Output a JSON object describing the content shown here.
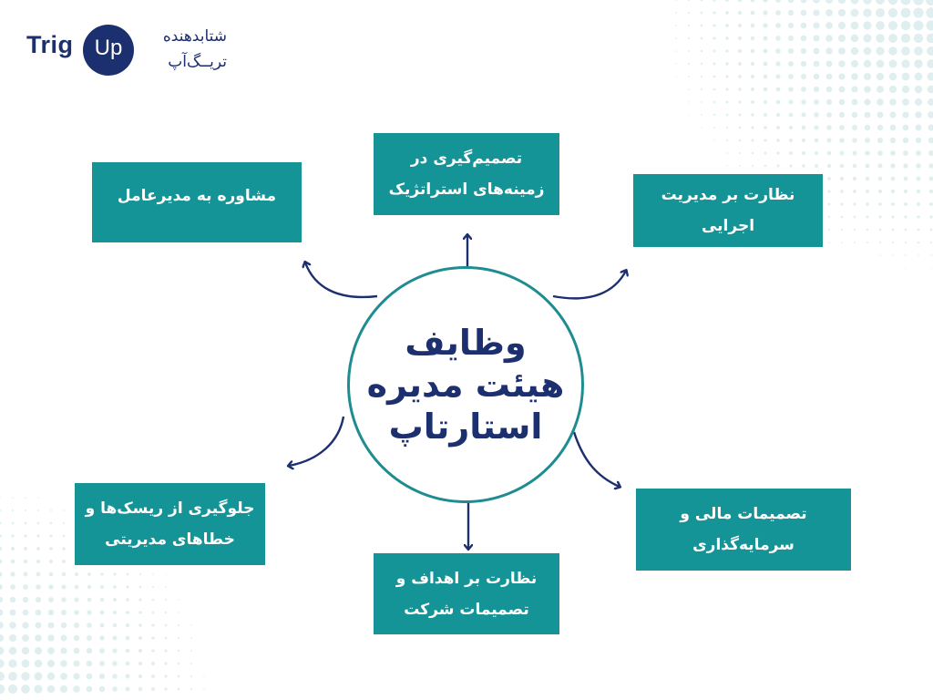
{
  "logo": {
    "trig": "Trig",
    "up": "Up",
    "tagline_line1": "شتابدهنده",
    "tagline_line2": "تریــگ‌آپ"
  },
  "center": {
    "line1": "وظایف",
    "line2": "هیئت مدیره",
    "line3": "استارتاپ"
  },
  "boxes": {
    "strategy": {
      "line1": "تصمیم‌گیری در",
      "line2": "زمینه‌های استراتژیک"
    },
    "advise": {
      "line1": "مشاوره به مدیرعامل"
    },
    "exec_oversight": {
      "line1": "نظارت بر مدیریت",
      "line2": "اجرایی"
    },
    "risk": {
      "line1": "جلوگیری از ریسک‌ها و",
      "line2": "خطاهای مدیریتی"
    },
    "finance": {
      "line1": "تصمیمات مالی و",
      "line2": "سرمایه‌گذاری"
    },
    "goals": {
      "line1": "نظارت بر اهداف و",
      "line2": "تصمیمات شرکت"
    }
  },
  "colors": {
    "box_teal": "#149497",
    "navy": "#1c2f6e",
    "circle_border": "#1e8c90",
    "dot_color": "#dfeeee"
  }
}
